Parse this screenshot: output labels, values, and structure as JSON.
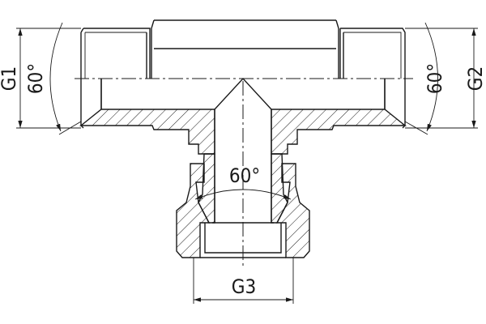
{
  "drawing": {
    "labels": {
      "left_diameter": "G1",
      "right_diameter": "G2",
      "bottom_diameter": "G3",
      "left_angle": "60°",
      "right_angle": "60°",
      "bottom_angle": "60°"
    },
    "line_color": "#1a1a1a",
    "background": "#ffffff"
  }
}
